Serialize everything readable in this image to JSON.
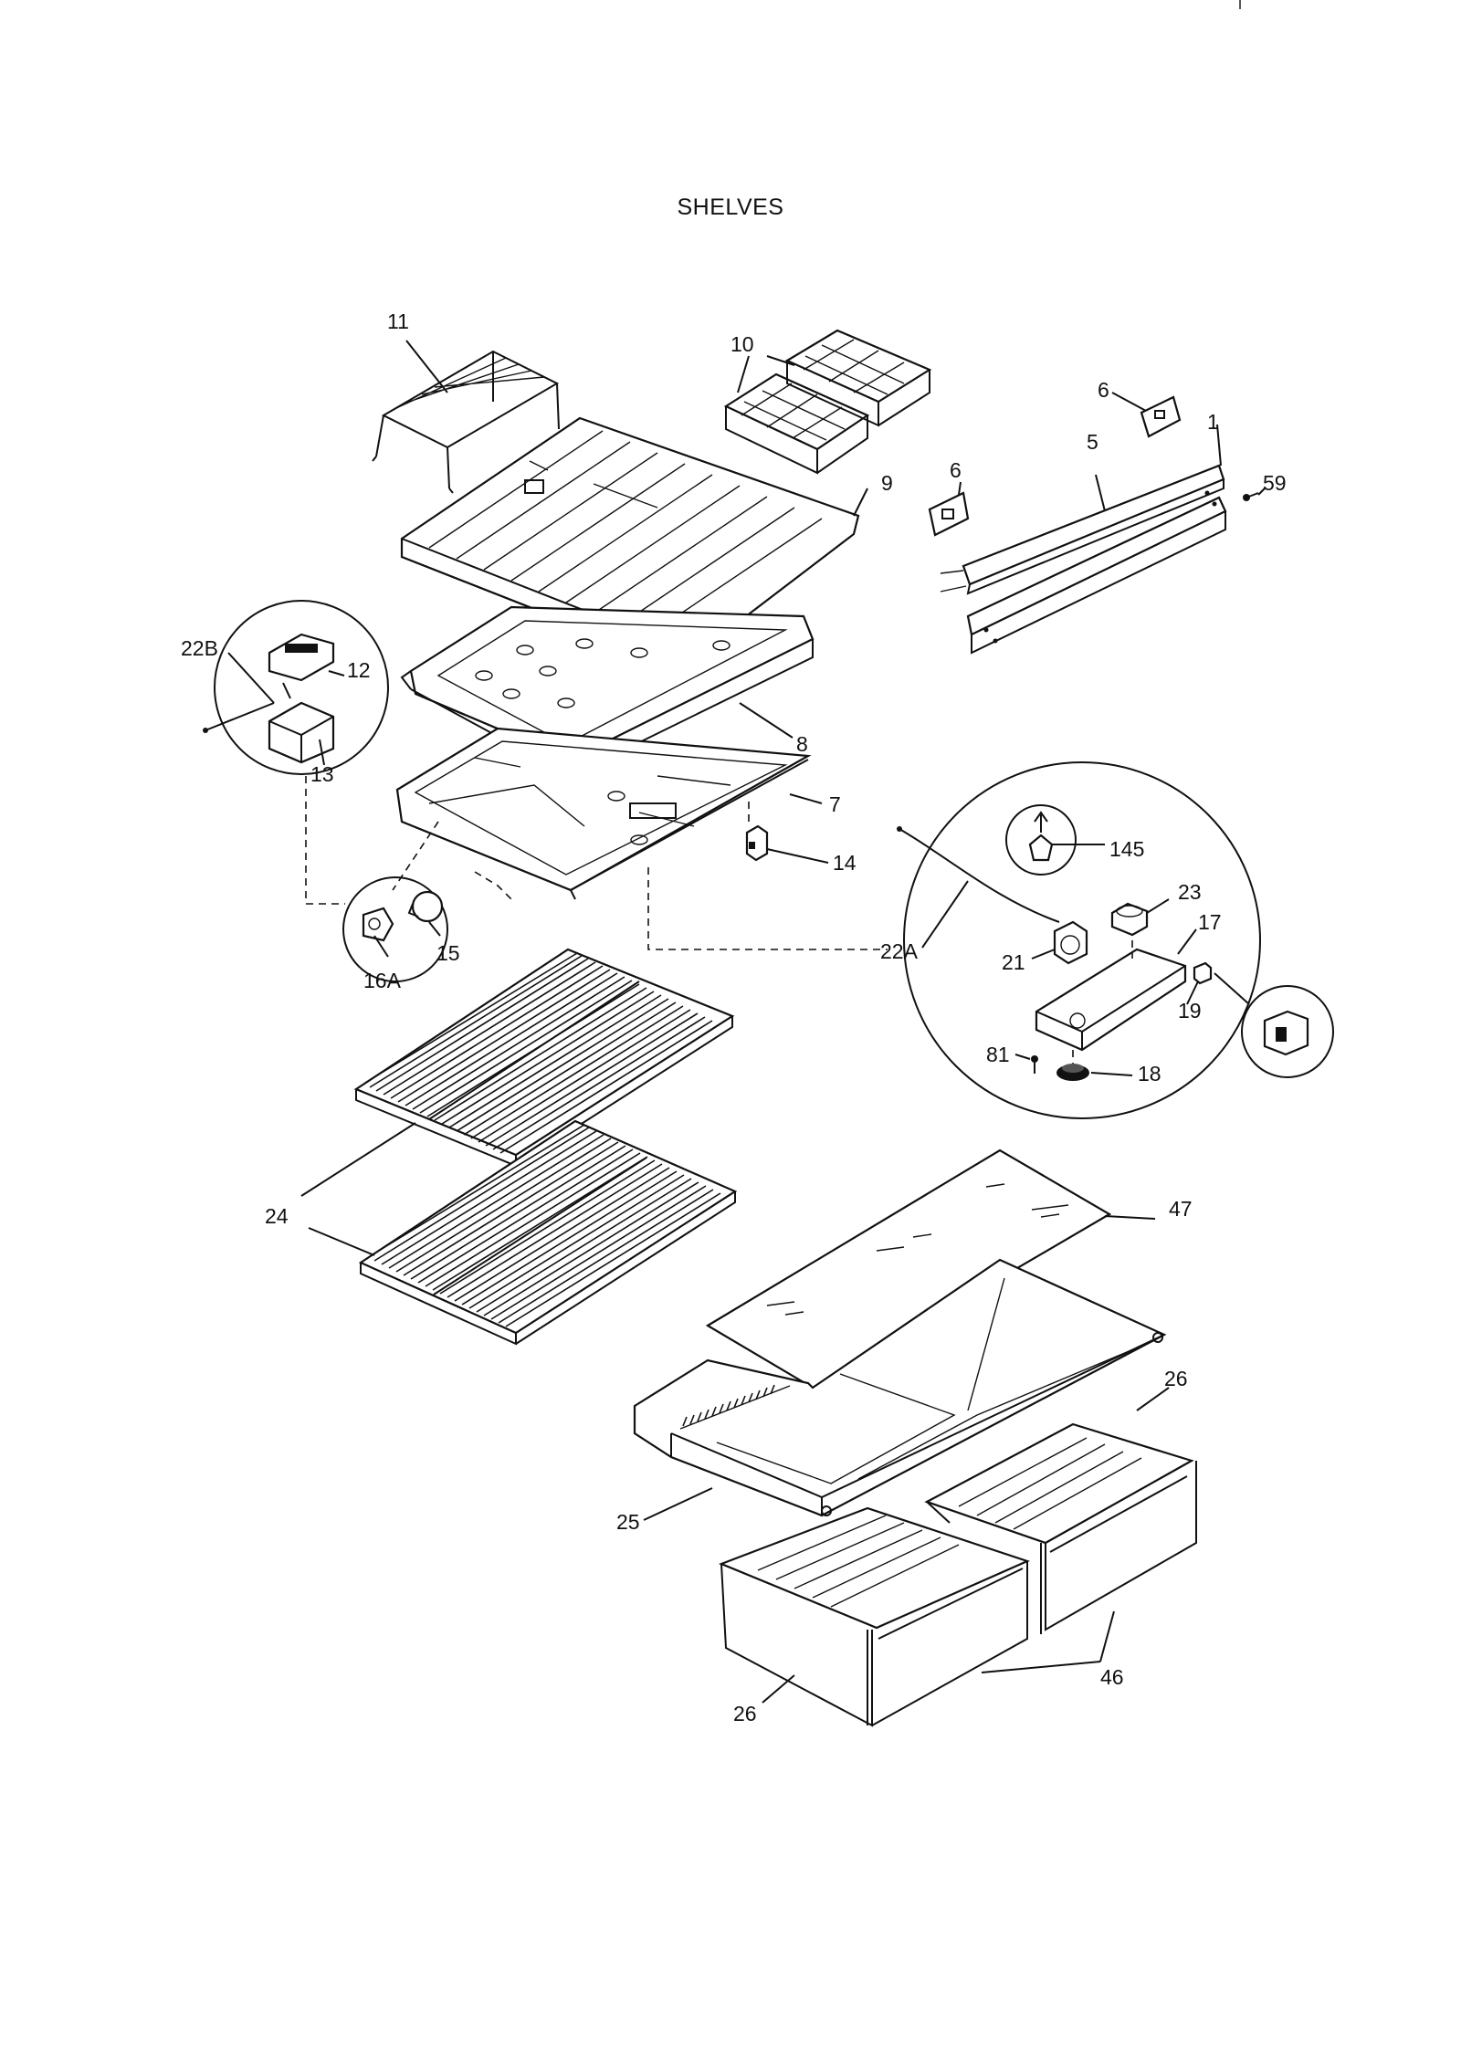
{
  "title": "SHELVES",
  "callouts": {
    "c1": "1",
    "c5": "5",
    "c6a": "6",
    "c6b": "6",
    "c7": "7",
    "c8": "8",
    "c9": "9",
    "c10": "10",
    "c11": "11",
    "c12": "12",
    "c13": "13",
    "c14": "14",
    "c15": "15",
    "c16A": "16A",
    "c17": "17",
    "c18": "18",
    "c19": "19",
    "c21": "21",
    "c22A": "22A",
    "c22B": "22B",
    "c23": "23",
    "c24": "24",
    "c25": "25",
    "c26a": "26",
    "c26b": "26",
    "c46": "46",
    "c47": "47",
    "c59": "59",
    "c81": "81",
    "c145": "145"
  }
}
